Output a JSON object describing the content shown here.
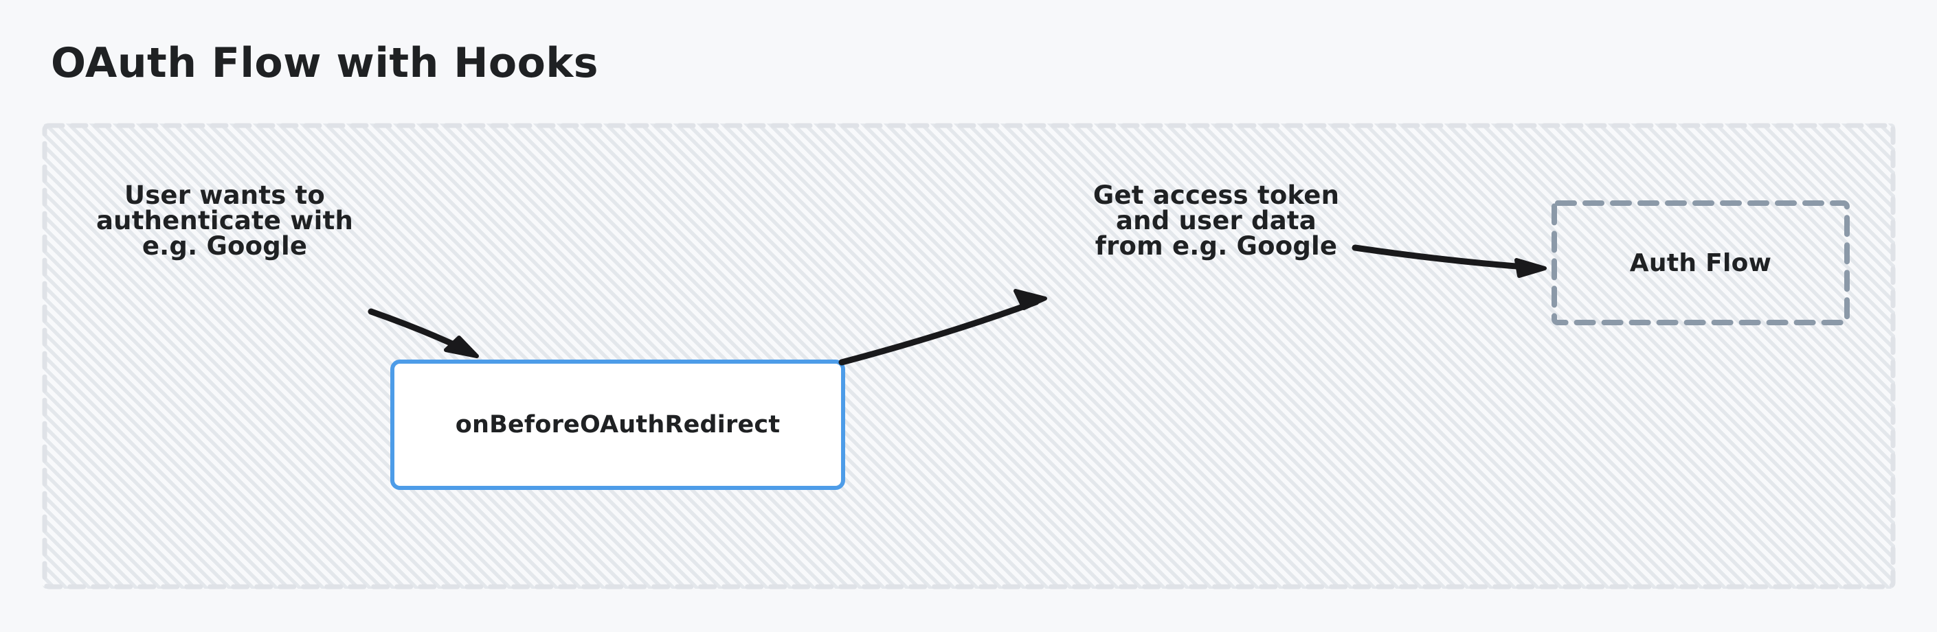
{
  "page": {
    "background_color": "#f7f8fa",
    "title": "OAuth Flow with Hooks"
  },
  "container": {
    "name": "flow-container",
    "border_color": "#dfe2e7",
    "border_style": "dashed",
    "fill_pattern": "diagonal-hatch",
    "fill_color": "#f8f9fb"
  },
  "labels": {
    "user_authenticate": "User wants to\nauthenticate with\ne.g. Google",
    "get_token": "Get access token\nand user data\nfrom e.g. Google"
  },
  "nodes": {
    "hook": {
      "label": "onBeforeOAuthRedirect",
      "border_color": "#4d9ce8",
      "fill_color": "#ffffff"
    },
    "auth_flow_group": {
      "label": "Auth Flow",
      "border_color": "#8b99a8",
      "border_style": "dashed"
    }
  },
  "arrows": [
    {
      "name": "arrow-user-to-hook",
      "from": "user_authenticate",
      "to": "hook",
      "color": "#19191b"
    },
    {
      "name": "arrow-hook-to-token",
      "from": "hook",
      "to": "get_token",
      "color": "#19191b"
    },
    {
      "name": "arrow-token-to-auth-flow",
      "from": "get_token",
      "to": "auth_flow_group",
      "color": "#19191b"
    }
  ]
}
